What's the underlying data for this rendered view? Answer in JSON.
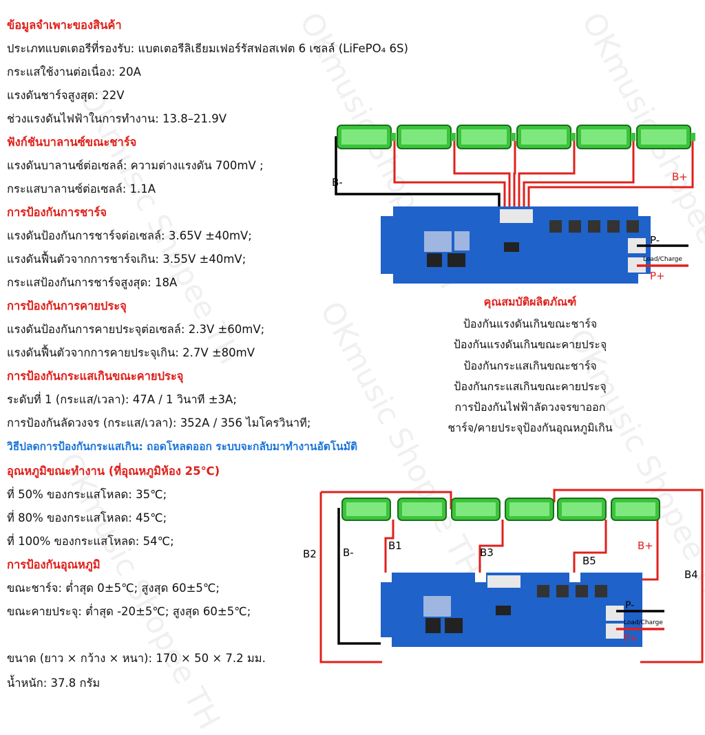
{
  "watermark": "OKmusic Shopee TH",
  "specs": {
    "s1_title": "ข้อมูลจำเพาะของสินค้า",
    "battery_type": "ประเภทแบตเตอรีที่รองรับ: แบตเตอรีลิเธียมเฟอร์รัสฟอสเฟต 6 เซลล์ (LiFePO₄ 6S)",
    "continuous_current": "กระแสใช้งานต่อเนื่อง: 20A",
    "max_charge_voltage": "แรงดันชาร์จสูงสุด: 22V",
    "operating_voltage": "ช่วงแรงดันไฟฟ้าในการทำงาน: 13.8–21.9V",
    "s2_title": "ฟังก์ชันบาลานซ์ขณะชาร์จ",
    "balance_voltage": "แรงดันบาลานซ์ต่อเซลล์: ความต่างแรงดัน 700mV ;",
    "balance_current": "กระแสบาลานซ์ต่อเซลล์: 1.1A",
    "s3_title": "การป้องกันการชาร์จ",
    "overcharge_voltage": "แรงดันป้องกันการชาร์จต่อเซลล์: 3.65V ±40mV;",
    "overcharge_recovery": "แรงดันฟื้นตัวจากการชาร์จเกิน: 3.55V ±40mV;",
    "max_charge_protection_current": "กระแสป้องกันการชาร์จสูงสุด: 18A",
    "s4_title": "การป้องกันการคายประจุ",
    "overdischarge_voltage": "แรงดันป้องกันการคายประจุต่อเซลล์: 2.3V ±60mV;",
    "overdischarge_recovery": "แรงดันฟื้นตัวจากการคายประจุเกิน: 2.7V ±80mV",
    "s5_title": "การป้องกันกระแสเกินขณะคายประจุ",
    "level1": "ระดับที่ 1 (กระแส/เวลา): 47A / 1 วินาที ±3A;",
    "short_circuit": "การป้องกันลัดวงจร (กระแส/เวลา): 352A / 356 ไมโครวินาที;",
    "release": "วิธีปลดการป้องกันกระแสเกิน: ถอดโหลดออก ระบบจะกลับมาทำงานอัตโนมัติ",
    "s6_title": "อุณหภูมิขณะทำงาน (ที่อุณหภูมิห้อง 25℃)",
    "temp50": "ที่ 50% ของกระแสโหลด: 35℃;",
    "temp80": "ที่ 80% ของกระแสโหลด: 45℃;",
    "temp100": "ที่ 100% ของกระแสโหลด: 54℃;",
    "s7_title": "การป้องกันอุณหภูมิ",
    "charge_temp": "ขณะชาร์จ: ต่ำสุด 0±5℃; สูงสุด 60±5℃;",
    "discharge_temp": "ขณะคายประจุ: ต่ำสุด -20±5℃; สูงสุด 60±5℃;",
    "size": "ขนาด (ยาว × กว้าง × หนา): 170 × 50 × 7.2 มม.",
    "weight": "น้ำหนัก: 37.8 กรัม"
  },
  "features": {
    "title": "คุณสมบัติผลิตภัณฑ์",
    "items": [
      "ป้องกันแรงดันเกินขณะชาร์จ",
      "ป้องกันแรงดันเกินขณะคายประจุ",
      "ป้องกันกระแสเกินขณะชาร์จ",
      "ป้องกันกระแสเกินขณะคายประจุ",
      "การป้องกันไฟฟ้าลัดวงจรขาออก",
      "ชาร์จ/คายประจุป้องกันอุณหภูมิเกิน"
    ]
  },
  "diagram1": {
    "b_minus": "B-",
    "b_plus": "B+",
    "p_minus": "P-",
    "p_plus": "P+",
    "load_charge": "Load/Charge"
  },
  "diagram2": {
    "b_minus": "B-",
    "b_plus": "B+",
    "p_minus": "P-",
    "p_plus": "P+",
    "load_charge": "Load/Charge",
    "b1": "B1",
    "b2": "B2",
    "b3": "B3",
    "b4": "B4",
    "b5": "B5"
  },
  "colors": {
    "red_heading": "#e0201b",
    "blue_heading": "#1a74d8",
    "battery_green": "#3cc43c",
    "pcb_blue": "#1f62c9",
    "wire_red": "#e0201b",
    "wire_black": "#000000"
  }
}
